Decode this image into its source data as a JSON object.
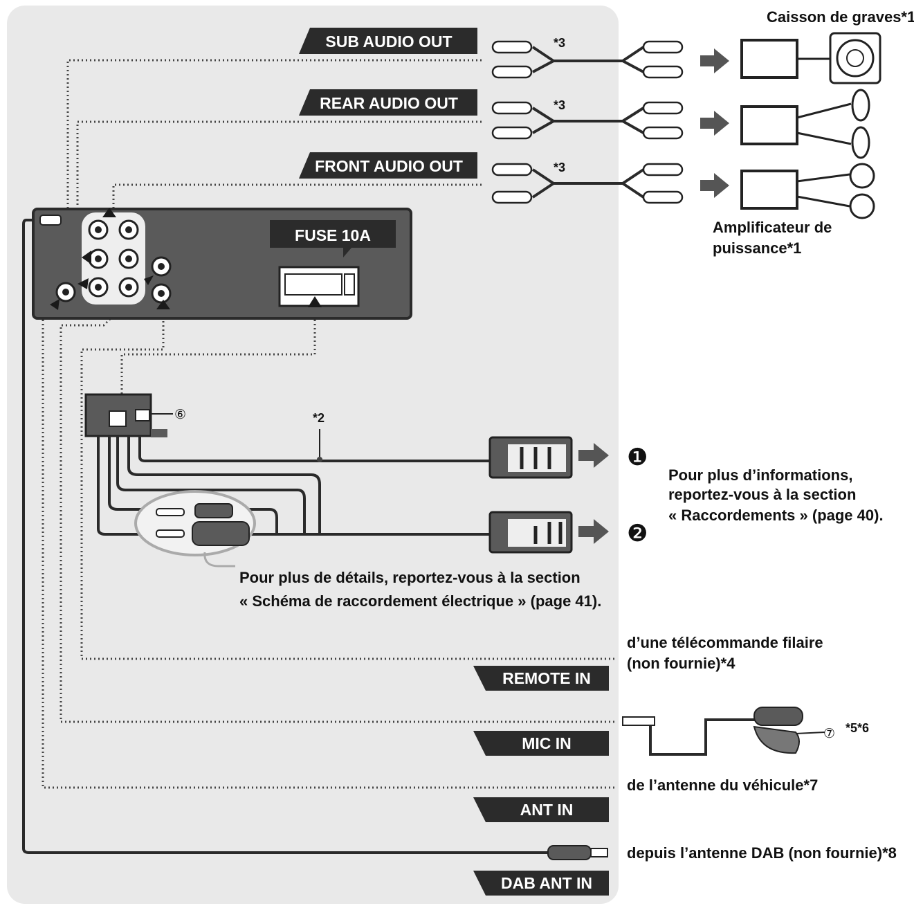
{
  "labels": {
    "sub_audio_out": "SUB AUDIO OUT",
    "rear_audio_out": "REAR AUDIO OUT",
    "front_audio_out": "FRONT AUDIO OUT",
    "fuse": "FUSE 10A",
    "remote_in": "REMOTE IN",
    "mic_in": "MIC IN",
    "ant_in": "ANT IN",
    "dab_ant_in": "DAB ANT IN"
  },
  "notes": {
    "subwoofer": "Caisson de graves*1",
    "amplifier_line1": "Amplificateur de",
    "amplifier_line2": "puissance*1",
    "star3_a": "*3",
    "star3_b": "*3",
    "star3_c": "*3",
    "star2": "*2",
    "circle6": "⑥",
    "circle7": "⑦",
    "mic_note": "*5*6",
    "bullet1": "❶",
    "bullet2": "❷",
    "connections_line1": "Pour plus d’informations,",
    "connections_line2": "reportez-vous à la section",
    "connections_line3": "« Raccordements » (page 40).",
    "wiring_line1": "Pour plus de détails, reportez-vous à la section",
    "wiring_line2": "« Schéma de raccordement électrique » (page 41).",
    "remote_line1": "d’une télécommande filaire",
    "remote_line2": "(non fournie)*4",
    "vehicle_antenna": "de l’antenne du véhicule*7",
    "dab_antenna": "depuis l’antenne DAB (non fournie)*8"
  },
  "colors": {
    "panel": "#e9e9e9",
    "label_bg": "#2b2b2b",
    "unit_body": "#5a5a5a",
    "arrow": "#555555"
  }
}
